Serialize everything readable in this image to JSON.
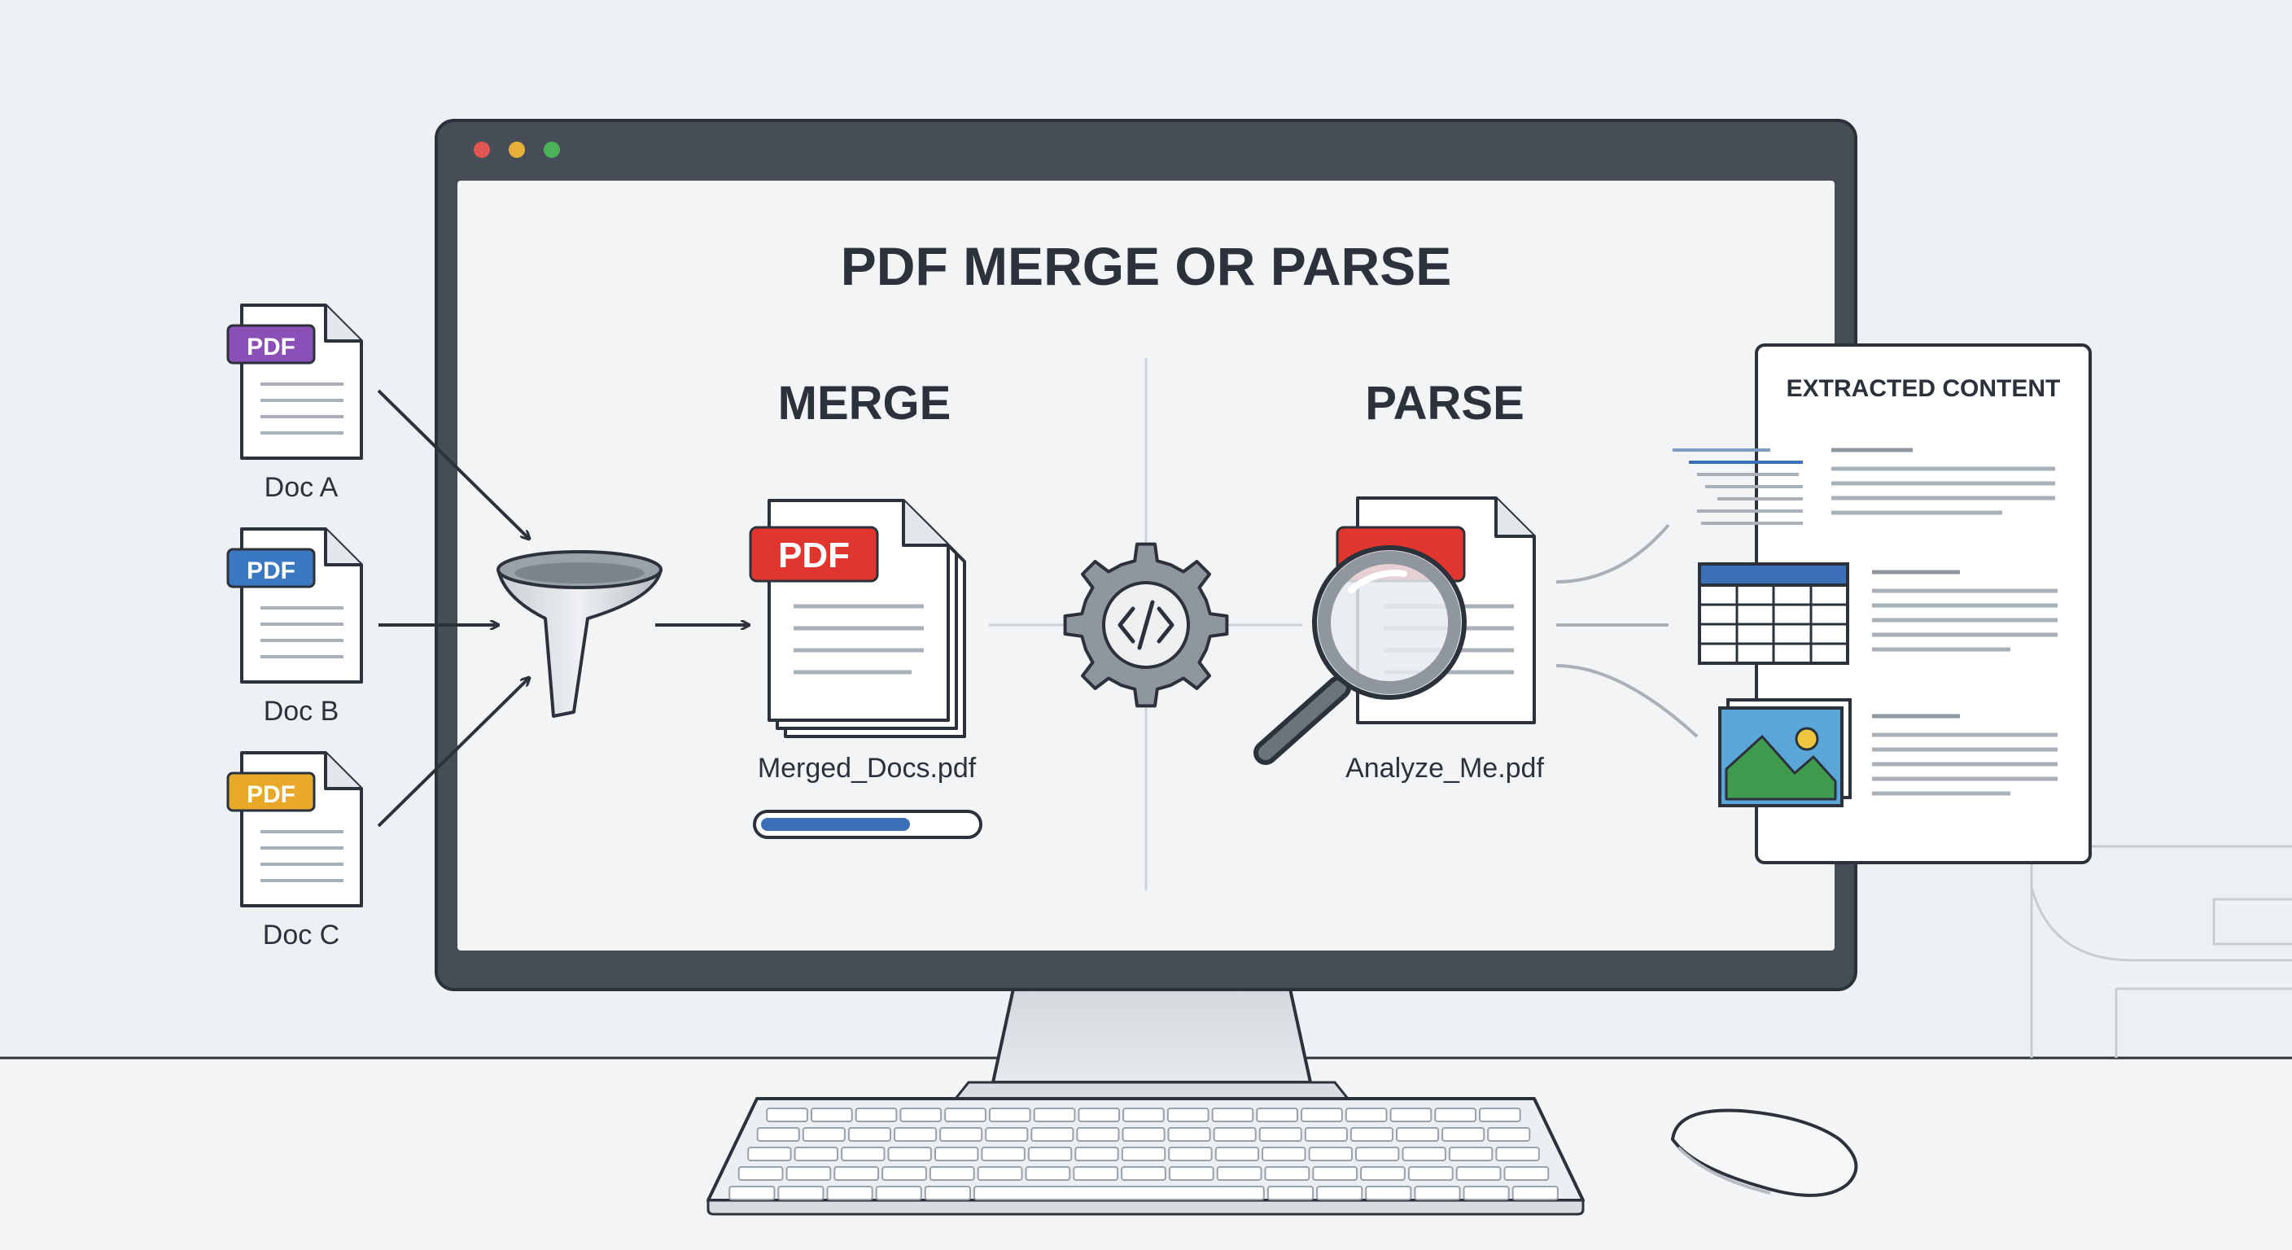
{
  "window": {
    "controls": [
      "close-dot",
      "minimize-dot",
      "maximize-dot"
    ],
    "control_colors": [
      "#e0574f",
      "#e8b039",
      "#4cb25a"
    ]
  },
  "screen": {
    "title": "PDF MERGE OR PARSE",
    "merge_heading": "MERGE",
    "parse_heading": "PARSE"
  },
  "inputs": [
    {
      "badge": "PDF",
      "label": "Doc A",
      "color": "#8b4fb8"
    },
    {
      "badge": "PDF",
      "label": "Doc B",
      "color": "#3b78c2"
    },
    {
      "badge": "PDF",
      "label": "Doc C",
      "color": "#e8a82a"
    }
  ],
  "merged": {
    "badge": "PDF",
    "badge_color": "#e0362f",
    "filename": "Merged_Docs.pdf",
    "progress": 0.7,
    "progress_color": "#3b6fb8"
  },
  "parse": {
    "filename": "Analyze_Me.pdf",
    "center_icon": "code-gear-icon",
    "lens_icon": "magnifier-icon"
  },
  "extracted": {
    "title": "EXTRACTED CONTENT",
    "items": [
      "text-lines-icon",
      "table-icon",
      "image-icon"
    ],
    "table_header_color": "#3b6fb8",
    "image_colors": {
      "sky": "#5aa6d8",
      "mountain": "#3f9a4e",
      "sun": "#f0c540"
    }
  },
  "colors": {
    "background": "#eef1f4",
    "bezel": "#464d56",
    "screen": "#f2f4f6",
    "ink": "#2b323b"
  }
}
